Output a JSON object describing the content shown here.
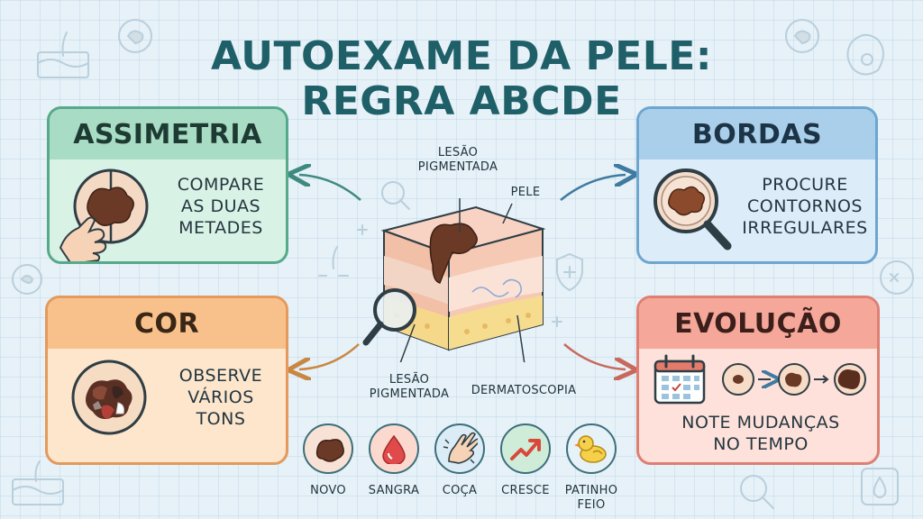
{
  "title": {
    "line1": "AUTOEXAME DA PELE:",
    "line2": "REGRA ABCDE"
  },
  "cards": {
    "assimetria": {
      "heading": "ASSIMETRIA",
      "text": [
        "COMPARE",
        "AS DUAS",
        "METADES"
      ],
      "color": "#57a98b"
    },
    "bordas": {
      "heading": "BORDAS",
      "text": [
        "PROCURE",
        "CONTORNOS",
        "IRREGULARES"
      ],
      "color": "#6ea6cf"
    },
    "cor": {
      "heading": "COR",
      "text": [
        "OBSERVE",
        "VÁRIOS",
        "TONS"
      ],
      "color": "#e39a5c"
    },
    "evolucao": {
      "heading": "EVOLUÇÃO",
      "text": [
        "NOTE MUDANÇAS",
        "NO TEMPO"
      ],
      "color": "#de7f72"
    }
  },
  "center": {
    "label_top": [
      "LESÃO",
      "PIGMENTADA"
    ],
    "label_pele": "PELE",
    "label_bottom": [
      "LESÃO",
      "PIGMENTADA"
    ],
    "label_dermato": "DERMATOSCOPIA"
  },
  "symptoms": [
    {
      "label": [
        "NOVO"
      ],
      "icon": "mole-icon"
    },
    {
      "label": [
        "SANGRA"
      ],
      "icon": "blood-drop-icon"
    },
    {
      "label": [
        "COÇA"
      ],
      "icon": "scratching-hand-icon"
    },
    {
      "label": [
        "CRESCE"
      ],
      "icon": "growth-arrow-icon"
    },
    {
      "label": [
        "PATINHO",
        "FEIO"
      ],
      "icon": "duckling-icon"
    }
  ]
}
